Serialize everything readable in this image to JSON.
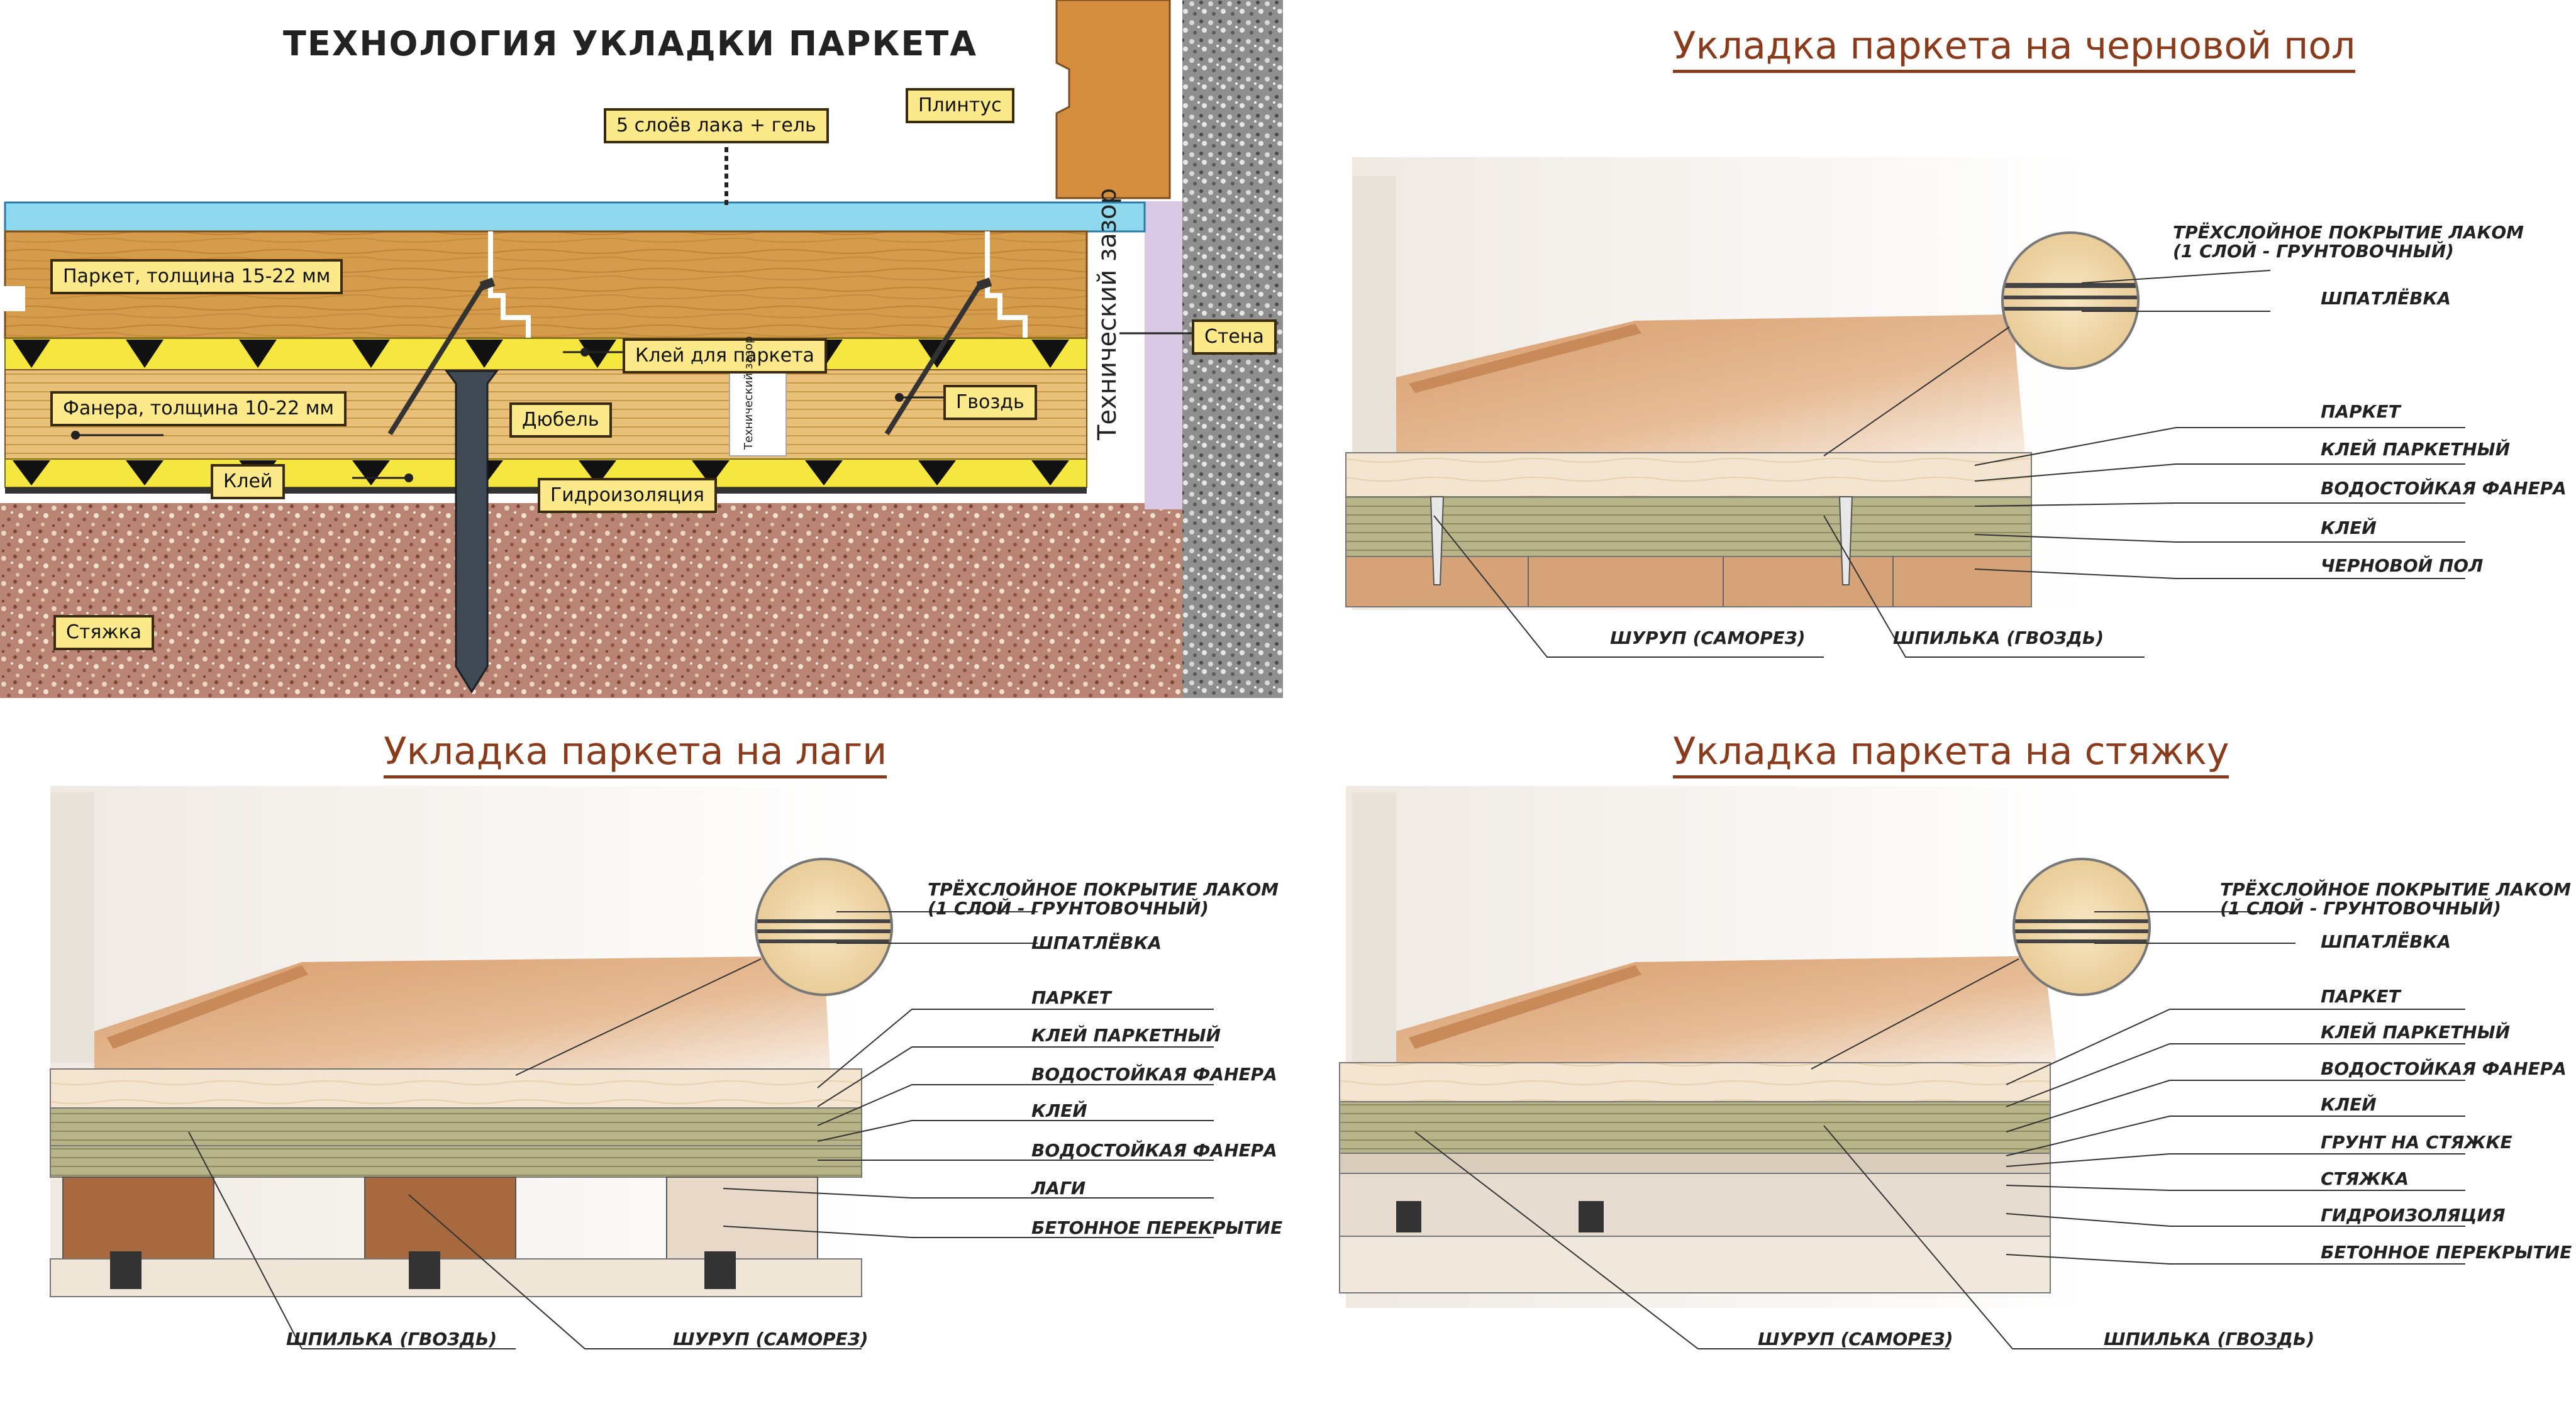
{
  "main_diagram": {
    "title": "ТЕХНОЛОГИЯ УКЛАДКИ ПАРКЕТА",
    "labels": {
      "lacquer": "5 слоёв лака + гель",
      "plinth": "Плинтус",
      "parquet": "Паркет, толщина 15-22 мм",
      "parquet_glue": "Клей для паркета",
      "plywood": "Фанера, толщина 10-22 мм",
      "dowel": "Дюбель",
      "nail": "Гвоздь",
      "glue": "Клей",
      "waterproofing": "Гидроизоляция",
      "screed": "Стяжка",
      "wall": "Стена",
      "gap": "Технический зазор",
      "small_gap": "Технический зазор"
    },
    "colors": {
      "lacquer": "#8fd9ef",
      "parquet": "#d9a04a",
      "glue": "#f6e640",
      "plywood": "#e8c07a",
      "screed": "#b07a6a",
      "wall": "#9a9a9a",
      "label_bg": "#fbe98a"
    }
  },
  "panel_rough": {
    "title": "Укладка  паркета на черновой пол",
    "callouts": {
      "coat": "ТРЁХСЛОЙНОЕ ПОКРЫТИЕ ЛАКОМ\n(1 СЛОЙ - ГРУНТОВОЧНЫЙ)",
      "putty": "ШПАТЛЁВКА",
      "parquet": "ПАРКЕТ",
      "glue_parquet": "КЛЕЙ ПАРКЕТНЫЙ",
      "plywood": "ВОДОСТОЙКАЯ ФАНЕРА",
      "glue": "КЛЕЙ",
      "rough_floor": "ЧЕРНОВОЙ ПОЛ",
      "screw": "ШУРУП (САМОРЕЗ)",
      "stud": "ШПИЛЬКА (ГВОЗДЬ)"
    }
  },
  "panel_joists": {
    "title": "Укладка  паркета на лаги",
    "callouts": {
      "coat": "ТРЁХСЛОЙНОЕ ПОКРЫТИЕ ЛАКОМ\n(1 СЛОЙ - ГРУНТОВОЧНЫЙ)",
      "putty": "ШПАТЛЁВКА",
      "parquet": "ПАРКЕТ",
      "glue_parquet": "КЛЕЙ ПАРКЕТНЫЙ",
      "plywood1": "ВОДОСТОЙКАЯ ФАНЕРА",
      "glue": "КЛЕЙ",
      "plywood2": "ВОДОСТОЙКАЯ ФАНЕРА",
      "joists": "ЛАГИ",
      "slab": "БЕТОННОЕ ПЕРЕКРЫТИЕ",
      "stud": "ШПИЛЬКА (ГВОЗДЬ)",
      "screw": "ШУРУП (САМОРЕЗ)"
    }
  },
  "panel_screed": {
    "title": "Укладка  паркета на стяжку",
    "callouts": {
      "coat": "ТРЁХСЛОЙНОЕ ПОКРЫТИЕ ЛАКОМ\n(1 СЛОЙ - ГРУНТОВОЧНЫЙ)",
      "putty": "ШПАТЛЁВКА",
      "parquet": "ПАРКЕТ",
      "glue_parquet": "КЛЕЙ ПАРКЕТНЫЙ",
      "plywood": "ВОДОСТОЙКАЯ ФАНЕРА",
      "glue": "КЛЕЙ",
      "primer": "ГРУНТ НА СТЯЖКЕ",
      "screed": "СТЯЖКА",
      "waterproofing": "ГИДРОИЗОЛЯЦИЯ",
      "slab": "БЕТОННОЕ ПЕРЕКРЫТИЕ",
      "screw": "ШУРУП (САМОРЕЗ)",
      "stud": "ШПИЛЬКА (ГВОЗДЬ)"
    }
  }
}
